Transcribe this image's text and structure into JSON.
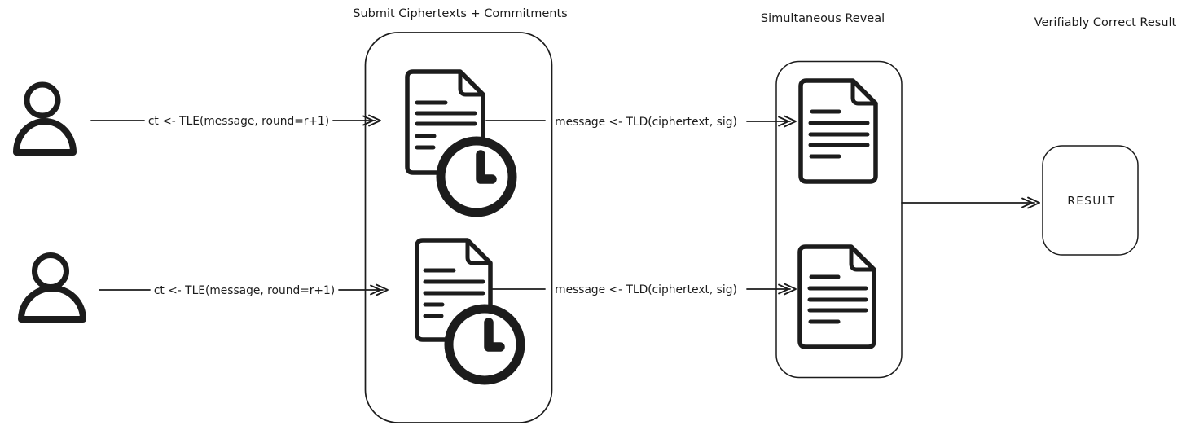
{
  "diagram": {
    "background_color": "#ffffff",
    "ink_color": "#1c1c1c",
    "section_titles": {
      "submit": "Submit Ciphertexts + Commitments",
      "reveal": "Simultaneous Reveal",
      "result": "Verifiably Correct Result"
    },
    "arrow_labels": {
      "tle_top": "ct <- TLE(message, round=r+1)",
      "tle_bottom": "ct <- TLE(message, round=r+1)",
      "tld_top": "message <- TLD(ciphertext, sig)",
      "tld_bottom": "message <- TLD(ciphertext, sig)"
    },
    "result_box_label": "RESULT",
    "icons": {
      "participants": [
        "user-icon",
        "user-icon"
      ],
      "submit_items": [
        "document-with-clock-icon",
        "document-with-clock-icon"
      ],
      "reveal_items": [
        "document-icon",
        "document-icon"
      ]
    }
  }
}
